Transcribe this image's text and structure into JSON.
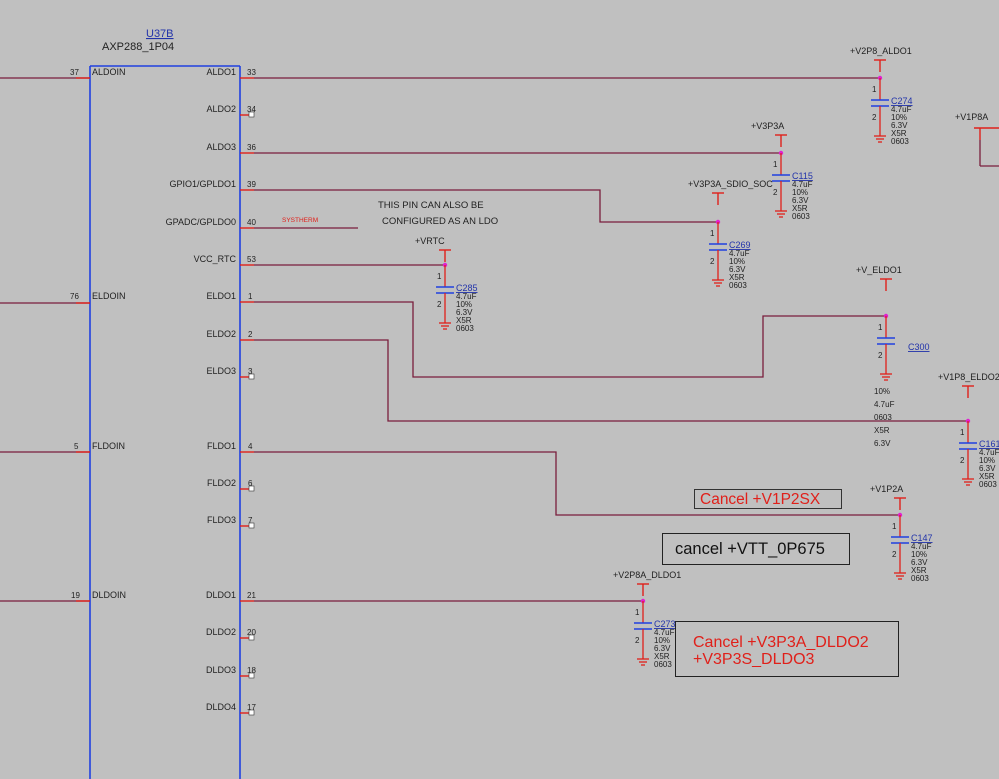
{
  "component": {
    "ref": "U37B",
    "part": "AXP288_1P04"
  },
  "left_pins": [
    {
      "num": "37",
      "name": "ALDOIN"
    },
    {
      "num": "76",
      "name": "ELDOIN"
    },
    {
      "num": "5",
      "name": "FLDOIN"
    },
    {
      "num": "19",
      "name": "DLDOIN"
    }
  ],
  "right_pins": [
    {
      "num": "33",
      "name": "ALDO1"
    },
    {
      "num": "34",
      "name": "ALDO2"
    },
    {
      "num": "36",
      "name": "ALDO3"
    },
    {
      "num": "39",
      "name": "GPIO1/GPLDO1"
    },
    {
      "num": "40",
      "name": "GPADC/GPLDO0"
    },
    {
      "num": "53",
      "name": "VCC_RTC"
    },
    {
      "num": "1",
      "name": "ELDO1"
    },
    {
      "num": "2",
      "name": "ELDO2"
    },
    {
      "num": "3",
      "name": "ELDO3"
    },
    {
      "num": "4",
      "name": "FLDO1"
    },
    {
      "num": "6",
      "name": "FLDO2"
    },
    {
      "num": "7",
      "name": "FLDO3"
    },
    {
      "num": "21",
      "name": "DLDO1"
    },
    {
      "num": "20",
      "name": "DLDO2"
    },
    {
      "num": "18",
      "name": "DLDO3"
    },
    {
      "num": "17",
      "name": "DLDO4"
    }
  ],
  "net_label_gpadc": "SYSTHERM",
  "note": {
    "line1": "THIS PIN CAN ALSO BE",
    "line2": "CONFIGURED AS AN LDO"
  },
  "rails": {
    "v2p8_aldo1": "+V2P8_ALDO1",
    "v3p3a": "+V3P3A",
    "v1p8a": "+V1P8A",
    "v3p3a_sdio_soc": "+V3P3A_SDIO_SOC",
    "vrtc": "+VRTC",
    "v_eldo1": "+V_ELDO1",
    "v1p8_eldo2": "+V1P8_ELDO2",
    "v1p2a": "+V1P2A",
    "v2p8a_dldo1": "+V2P8A_DLDO1"
  },
  "capacitors": {
    "c274": {
      "ref": "C274",
      "vals": [
        "4.7uF",
        "10%",
        "6.3V",
        "X5R",
        "0603"
      ]
    },
    "c115": {
      "ref": "C115",
      "vals": [
        "4.7uF",
        "10%",
        "6.3V",
        "X5R",
        "0603"
      ]
    },
    "c269": {
      "ref": "C269",
      "vals": [
        "4.7uF",
        "10%",
        "6.3V",
        "X5R",
        "0603"
      ]
    },
    "c285": {
      "ref": "C285",
      "vals": [
        "4.7uF",
        "10%",
        "6.3V",
        "X5R",
        "0603"
      ]
    },
    "c300": {
      "ref": "C300",
      "vals": [
        "10%",
        "4.7uF",
        "0603",
        "X5R",
        "6.3V"
      ]
    },
    "c161": {
      "ref": "C161",
      "vals": [
        "4.7uF",
        "10%",
        "6.3V",
        "X5R",
        "0603"
      ]
    },
    "c147": {
      "ref": "C147",
      "vals": [
        "4.7uF",
        "10%",
        "6.3V",
        "X5R",
        "0603"
      ]
    },
    "c273": {
      "ref": "C273",
      "vals": [
        "4.7uF",
        "10%",
        "6.3V",
        "X5R",
        "0603"
      ]
    }
  },
  "cap_pins": {
    "p1": "1",
    "p2": "2"
  },
  "annotations": {
    "cancel_v1p2sx": "Cancel +V1P2SX",
    "cancel_vtt": "cancel +VTT_0P675",
    "cancel_dldo_line1": "Cancel +V3P3A_DLDO2",
    "cancel_dldo_line2": "+V3P3S_DLDO3"
  },
  "colors": {
    "wire": "#7a1e3c",
    "pin": "#e0201a",
    "body": "#2040e0",
    "junction": "#e020d0"
  }
}
